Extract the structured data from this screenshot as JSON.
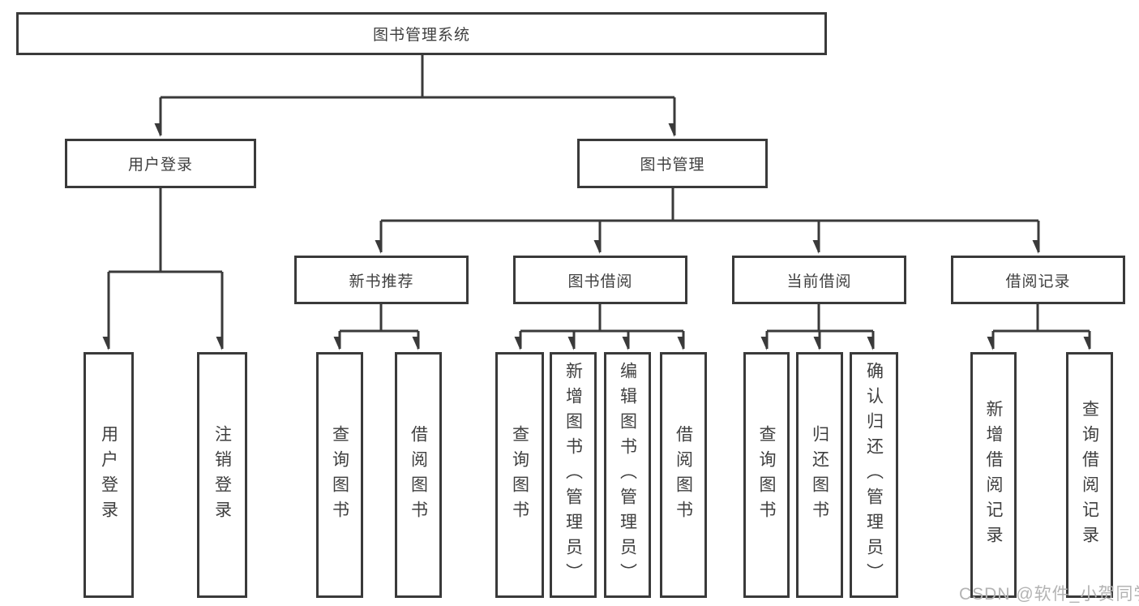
{
  "diagram": {
    "root": "图书管理系统",
    "branches": [
      {
        "label": "用户登录",
        "children": [
          "用户登录",
          "注销登录"
        ]
      },
      {
        "label": "图书管理",
        "sections": [
          {
            "label": "新书推荐",
            "children": [
              "查询图书",
              "借阅图书"
            ]
          },
          {
            "label": "图书借阅",
            "children": [
              "查询图书",
              "新增图书（管理员）",
              "编辑图书（管理员）",
              "借阅图书"
            ]
          },
          {
            "label": "当前借阅",
            "children": [
              "查询图书",
              "归还图书",
              "确认归还（管理员）"
            ]
          },
          {
            "label": "借阅记录",
            "children": [
              "新增借阅记录",
              "查询借阅记录"
            ]
          }
        ]
      }
    ]
  },
  "watermark": "CSDN @软件_小贺同学",
  "colors": {
    "line": "#3a3a3a",
    "text": "#3f3f3f",
    "watermark": "#b3b3b3",
    "background": "#ffffff"
  }
}
